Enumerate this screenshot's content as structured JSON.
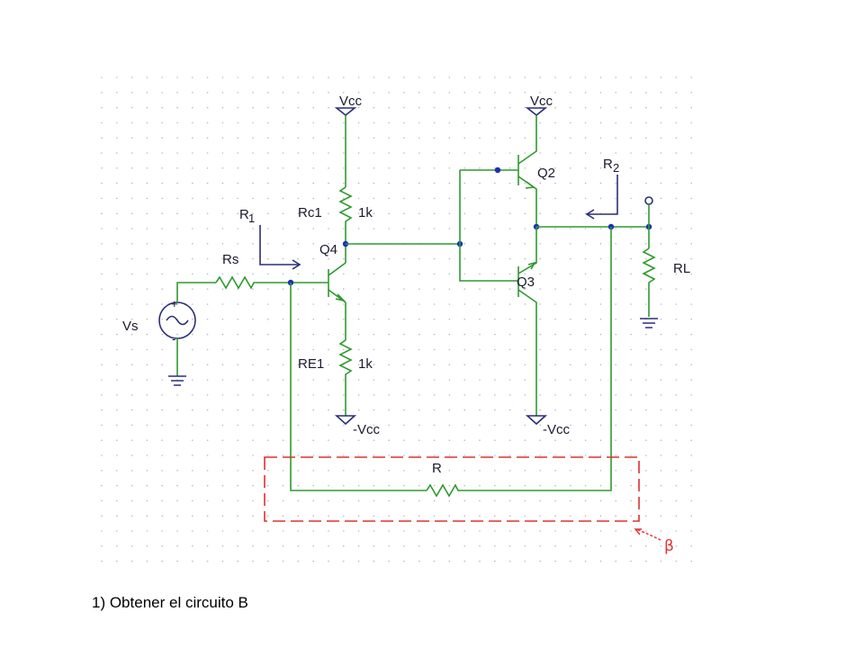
{
  "labels": {
    "vcc_left": "Vcc",
    "vcc_right": "Vcc",
    "neg_vcc_left": "-Vcc",
    "neg_vcc_right": "-Vcc",
    "rc1": "Rc1",
    "rc1_value": "1k",
    "re1": "RE1",
    "re1_value": "1k",
    "rs": "Rs",
    "vs": "Vs",
    "q4": "Q4",
    "q2": "Q2",
    "q3": "Q3",
    "rl": "RL",
    "r_feedback": "R",
    "r1_main": "R",
    "r1_sub": "1",
    "r2_main": "R",
    "r2_sub": "2",
    "beta": "β",
    "vs_plus": "+",
    "vs_minus": "-"
  },
  "caption": "1) Obtener el circuito B",
  "colors": {
    "wire": "#2e9a2e",
    "node": "#1c2fb8",
    "arrow": "#2a2f7a",
    "feedback_box": "#e03030"
  }
}
